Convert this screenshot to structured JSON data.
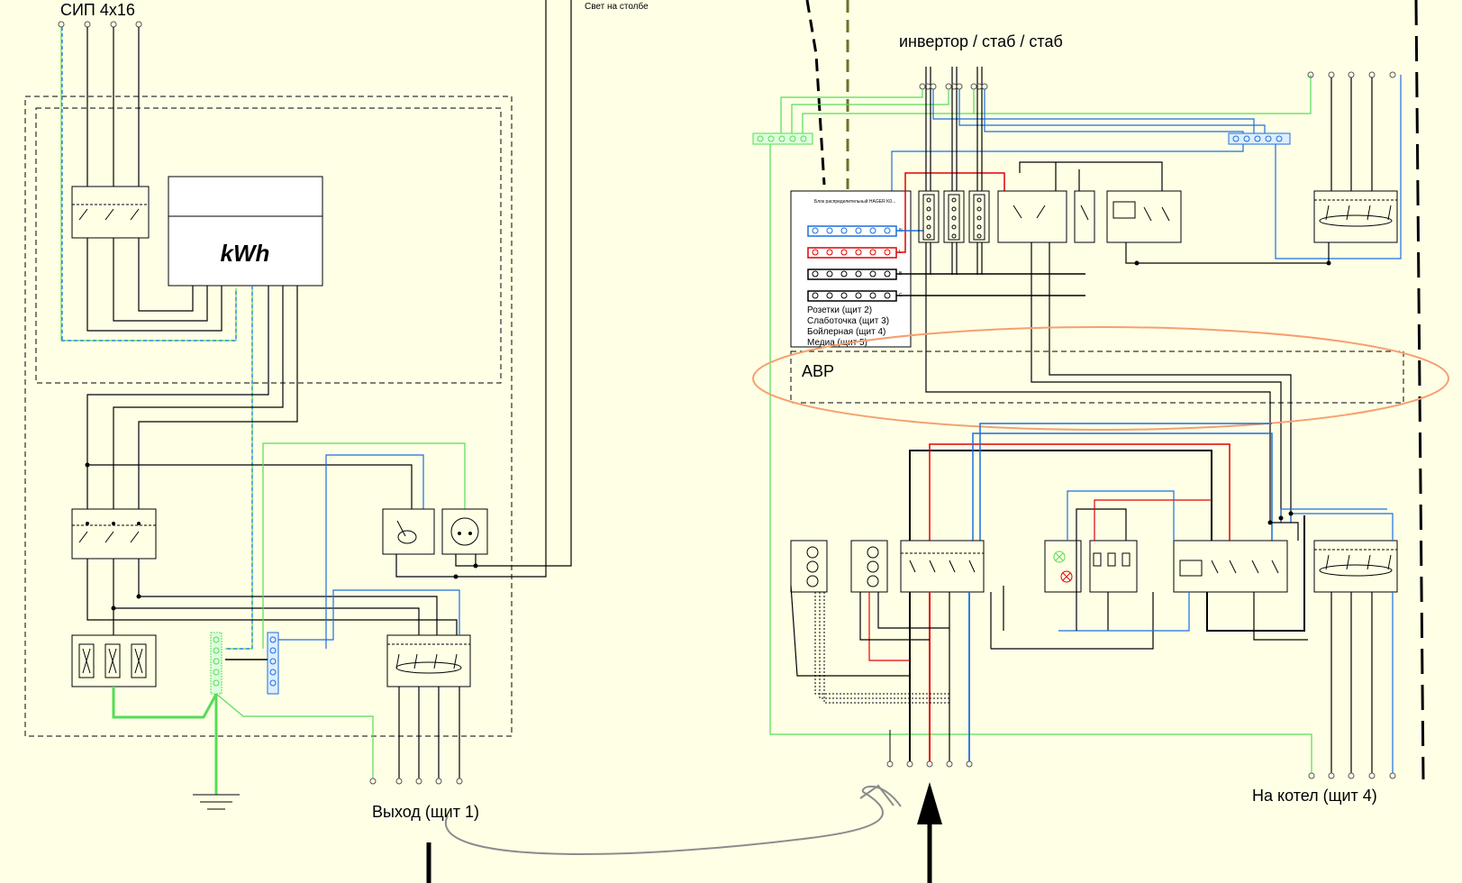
{
  "title_sip": "СИП 4x16",
  "title_pole": "Свет на столбе",
  "title_inverter": "инвертор / стаб / стаб",
  "meter_unit": "kWh",
  "dist_block_title": "Блок распределительный HAGER K0...",
  "dist_block_bus_labels": [
    "N",
    "L",
    "B",
    "C"
  ],
  "dist_block_items": [
    "Розетки (щит 2)",
    "Слаботочка (щит 3)",
    "Бойлерная (щит 4)",
    "Медиа (щит 5)"
  ],
  "avr_label": "АВР",
  "output_label": "Выход (щит 1)",
  "boiler_label": "На котел (щит 4)",
  "colors": {
    "background": "#ffffe6",
    "wire_black": "#000000",
    "wire_blue": "#1a6fdf",
    "wire_green": "#55dd55",
    "wire_red": "#e00000",
    "highlight_oval": "#f5a070",
    "annotation_gray": "#8c8c8c",
    "dashed_olive": "#6f6f2a"
  },
  "icons": [
    "ground-icon",
    "ammeter-icon",
    "voltmeter-icon",
    "indicator-lamp-icon",
    "breaker-icon",
    "rcd-icon",
    "socket-icon",
    "fuse-icon",
    "terminal-bus-icon"
  ]
}
